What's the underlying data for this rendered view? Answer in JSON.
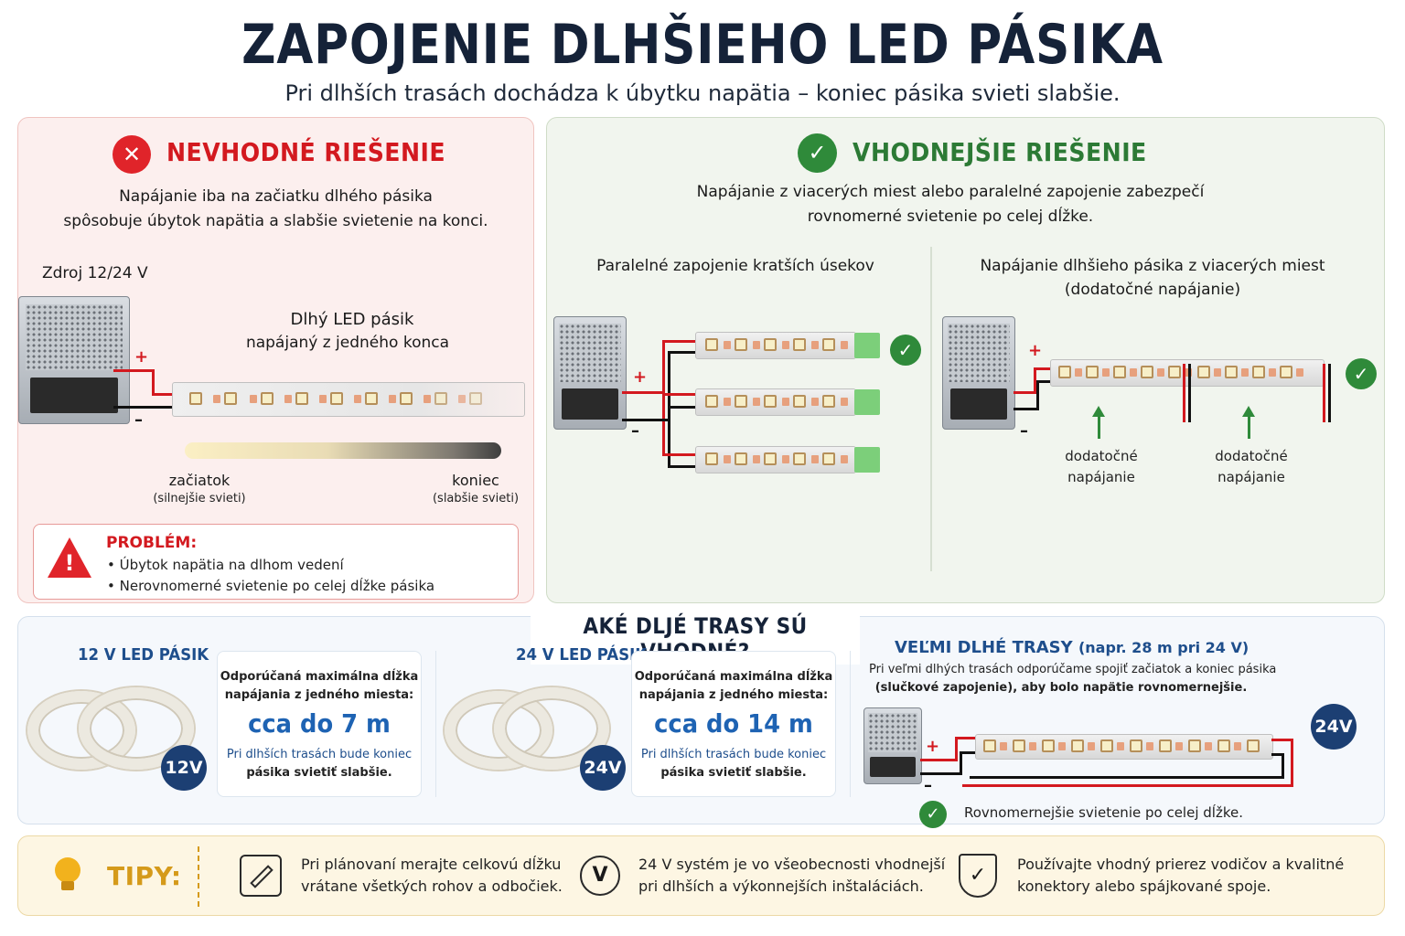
{
  "header": {
    "title": "ZAPOJENIE DLHŠIEHO LED PÁSIKA",
    "subtitle": "Pri dlhších trasách dochádza k úbytku napätia – koniec pásika svieti slabšie."
  },
  "bad": {
    "heading": "NEVHODNÉ RIEŠENIE",
    "desc_line1": "Napájanie iba na začiatku dlhého pásika",
    "desc_line2": "spôsobuje úbytok napätia a slabšie svietenie na konci.",
    "psu_label": "Zdroj 12/24 V",
    "strip_title": "Dlhý LED pásik",
    "strip_sub": "napájaný z jedného konca",
    "start_label": "začiatok",
    "start_note": "(silnejšie svieti)",
    "end_label": "koniec",
    "end_note": "(slabšie svieti)",
    "problem_title": "PROBLÉM:",
    "problem_items": [
      "Úbytok napätia na dlhom vedení",
      "Nerovnomerné svietenie po celej dĺžke pásika"
    ],
    "plus": "+",
    "minus": "–"
  },
  "good": {
    "heading": "VHODNEJŠIE RIEŠENIE",
    "desc_line1": "Napájanie z viacerých miest alebo paralelné zapojenie zabezpečí",
    "desc_line2": "rovnomerné svietenie po celej dĺžke.",
    "left_title": "Paralelné zapojenie kratších úsekov",
    "right_title_line1": "Napájanie dlhšieho pásika z viacerých miest",
    "right_title_line2": "(dodatočné napájanie)",
    "feed_label_line1": "dodatočné",
    "feed_label_line2": "napájanie",
    "plus": "+",
    "minus": "–"
  },
  "routes": {
    "title": "AKÉ DLJÉ TRASY SÚ VHODNÉ?",
    "v12": {
      "label": "12 V LED PÁSIK",
      "card_line1": "Odporúčaná maximálna dĺžka",
      "card_line2": "napájania z jedného miesta:",
      "value": "cca do 7 m",
      "note_line1": "Pri dlhších trasách bude koniec",
      "note_line2": "pásika svietiť slabšie.",
      "badge": "12V"
    },
    "v24": {
      "label": "24 V LED PÁSIK",
      "card_line1": "Odporúčaná maximálna dĺžka",
      "card_line2": "napájania z jedného miesta:",
      "value": "cca do 14 m",
      "note_line1": "Pri dlhších trasách bude koniec",
      "note_line2": "pásika svietiť slabšie.",
      "badge": "24V"
    },
    "long": {
      "label": "VEĽMI DLHÉ TRASY",
      "label_note": "(napr. 28 m pri 24 V)",
      "desc_line1": "Pri veľmi dlhých trasách odporúčame spojiť začiatok a koniec pásika",
      "desc_line2": "(slučkové zapojenie), aby bolo napätie rovnomernejšie.",
      "badge": "24V",
      "result": "Rovnomernejšie svietenie po celej dĺžke.",
      "plus": "+",
      "minus": "–"
    }
  },
  "tips": {
    "label": "TIPY:",
    "items": [
      {
        "line1": "Pri plánovaní merajte celkovú dĺžku",
        "line2": "vrátane všetkých rohov a odbočiek.",
        "icon": "ruler-icon"
      },
      {
        "line1": "24 V systém je vo všeobecnosti vhodnejší",
        "line2": "pri dlhších a výkonnejších inštaláciách.",
        "icon": "v-icon",
        "glyph": "V"
      },
      {
        "line1": "Používajte vhodný prierez vodičov a kvalitné",
        "line2": "konektory alebo spájkované spoje.",
        "icon": "shield-check-icon"
      }
    ]
  },
  "glyphs": {
    "check": "✓",
    "cross": "✕",
    "warn": "!"
  },
  "colors": {
    "title": "#152238",
    "bad": "#d3191f",
    "good": "#2c7a35",
    "blue": "#1e63b3",
    "badge": "#1c3f73",
    "tips": "#d59a1a"
  }
}
